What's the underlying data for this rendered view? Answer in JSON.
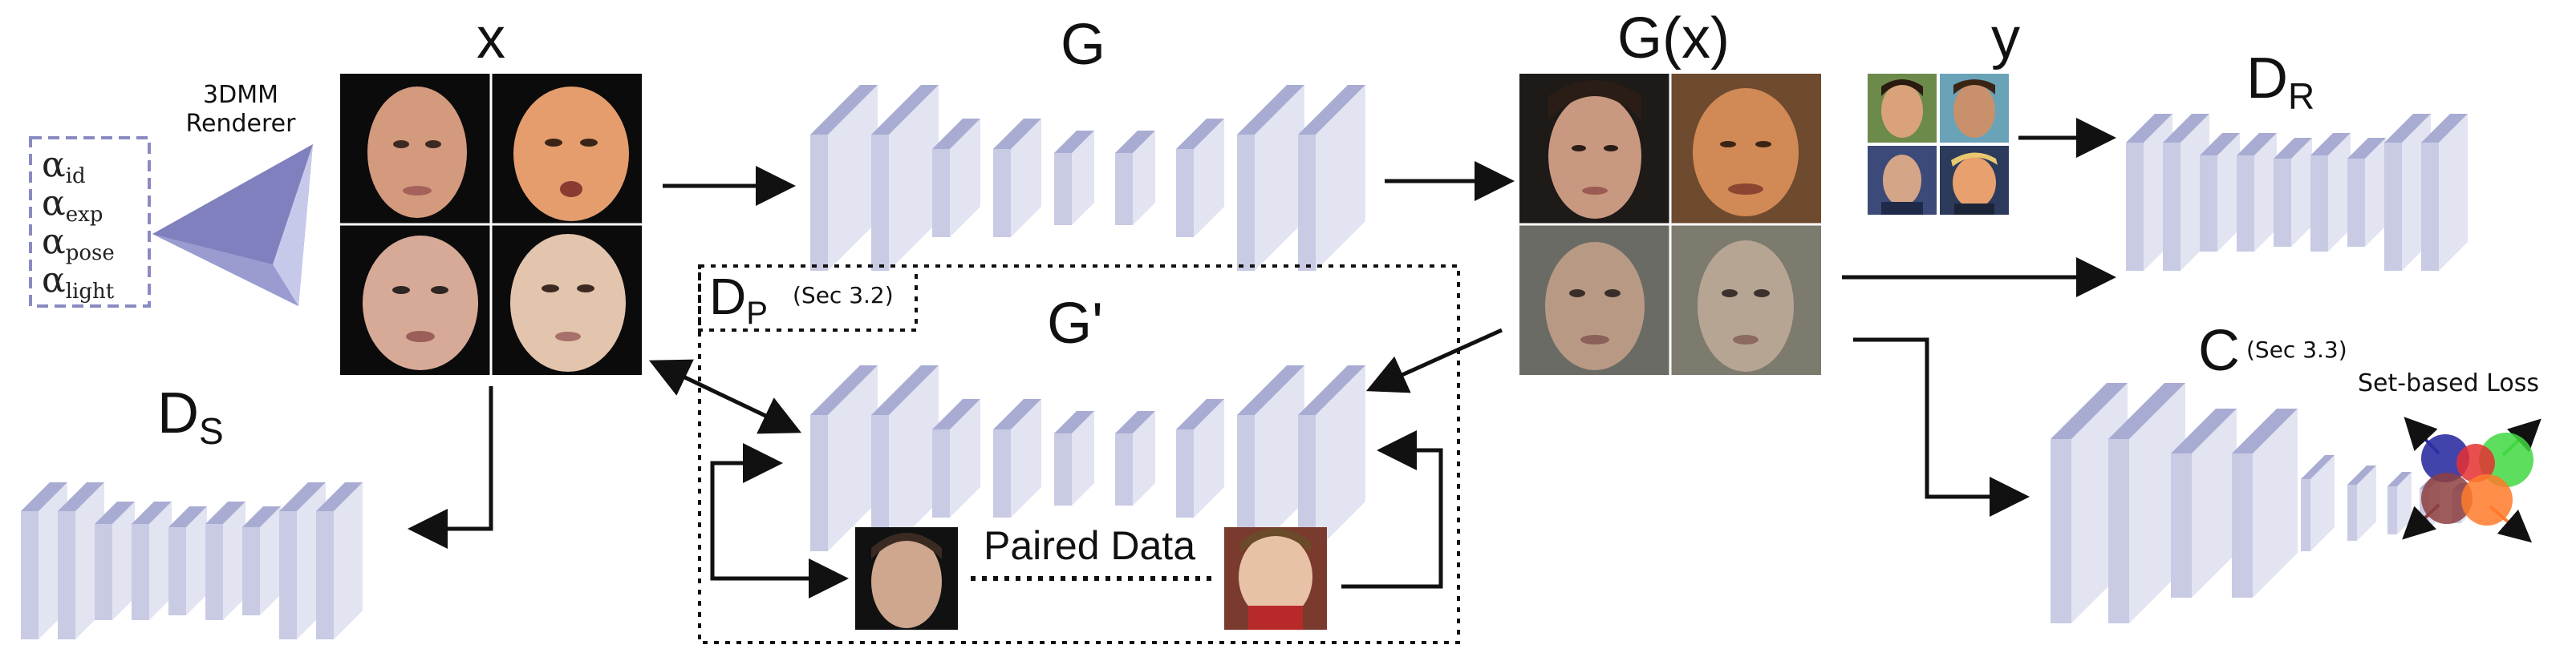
{
  "labels": {
    "input_x": "x",
    "generator_g": "G",
    "output_gx": "G(x)",
    "real_y": "y",
    "disc_real_main": "D",
    "disc_real_sub": "R",
    "disc_syn_main": "D",
    "disc_syn_sub": "S",
    "disc_paired_main": "D",
    "disc_paired_sub": "P",
    "disc_paired_ref": "(Sec 3.2)",
    "generator_g_prime": "G'",
    "classifier_c": "C",
    "classifier_ref": "(Sec 3.3)",
    "paired_data": "Paired Data",
    "set_based_loss": "Set-based Loss",
    "renderer_line1": "3DMM",
    "renderer_line2": "Renderer"
  },
  "params": [
    {
      "symbol": "α",
      "sub": "id"
    },
    {
      "symbol": "α",
      "sub": "exp"
    },
    {
      "symbol": "α",
      "sub": "pose"
    },
    {
      "symbol": "α",
      "sub": "light"
    }
  ],
  "colors": {
    "block_front": "#c9cbe4",
    "block_side": "#e3e4f2",
    "block_top": "#a9acd2",
    "pyramid_dark": "#7f80bd",
    "pyramid_light": "#b6b8df",
    "dashed_box": "#6f6fae",
    "circle_blue": "#2f2fa3",
    "circle_red": "#e53030",
    "circle_green": "#42d842",
    "circle_brown": "#8e3f3f",
    "circle_orange": "#ff7a2a"
  }
}
